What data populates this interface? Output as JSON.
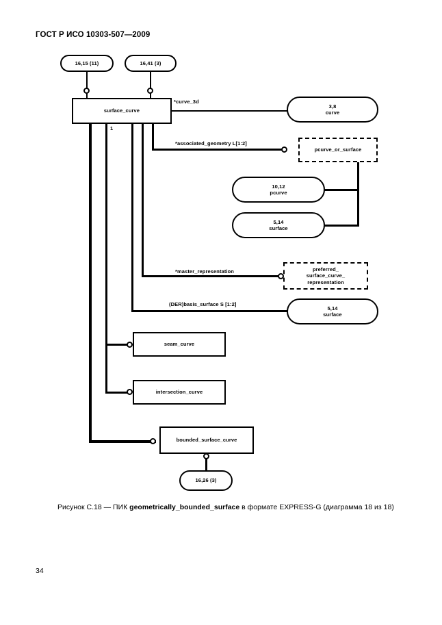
{
  "document": {
    "header": "ГОСТ Р ИСО 10303-507—2009",
    "page_number": "34",
    "caption_prefix": "Рисунок С.18 — ПИК ",
    "caption_entity": "geometrically_bounded_surface",
    "caption_suffix": " в формате EXPRESS-G (диаграмма  18 из 18)"
  },
  "diagram": {
    "type": "EXPRESS-G",
    "page_refs": [
      {
        "id": "ref-top-left",
        "label": "16,15 (11)"
      },
      {
        "id": "ref-top-right",
        "label": "16,41 (3)"
      },
      {
        "id": "ref-bottom",
        "label": "16,26 (3)"
      }
    ],
    "entities": [
      {
        "id": "surface_curve",
        "label": "surface_curve"
      },
      {
        "id": "seam_curve",
        "label": "seam_curve"
      },
      {
        "id": "intersection_curve",
        "label": "intersection_curve"
      },
      {
        "id": "bounded_surface_curve",
        "label": "bounded_surface_curve"
      }
    ],
    "selects": [
      {
        "id": "pcurve_or_surface",
        "label": "pcurve_or_surface"
      },
      {
        "id": "preferred_surface_curve_representation",
        "line1": "preferred_",
        "line2": "surface_curve_",
        "line3": "representation"
      }
    ],
    "type_refs": [
      {
        "id": "curve",
        "number": "3,8",
        "name": "curve"
      },
      {
        "id": "pcurve",
        "number": "10,12",
        "name": "pcurve"
      },
      {
        "id": "surface-1",
        "number": "5,14",
        "name": "surface"
      },
      {
        "id": "surface-2",
        "number": "5,14",
        "name": "surface"
      }
    ],
    "attributes": [
      {
        "id": "curve_3d",
        "label": "*curve_3d"
      },
      {
        "id": "associated_geometry",
        "label": "*associated_geometry L[1:2]"
      },
      {
        "id": "master_representation",
        "label": "*master_representation"
      },
      {
        "id": "basis_surface",
        "label": "(DER)basis_surface S [1:2]"
      }
    ],
    "cardinalities": [
      {
        "id": "card-1",
        "label": "1"
      }
    ],
    "colors": {
      "line": "#000000",
      "background": "#ffffff",
      "text": "#000000"
    }
  }
}
